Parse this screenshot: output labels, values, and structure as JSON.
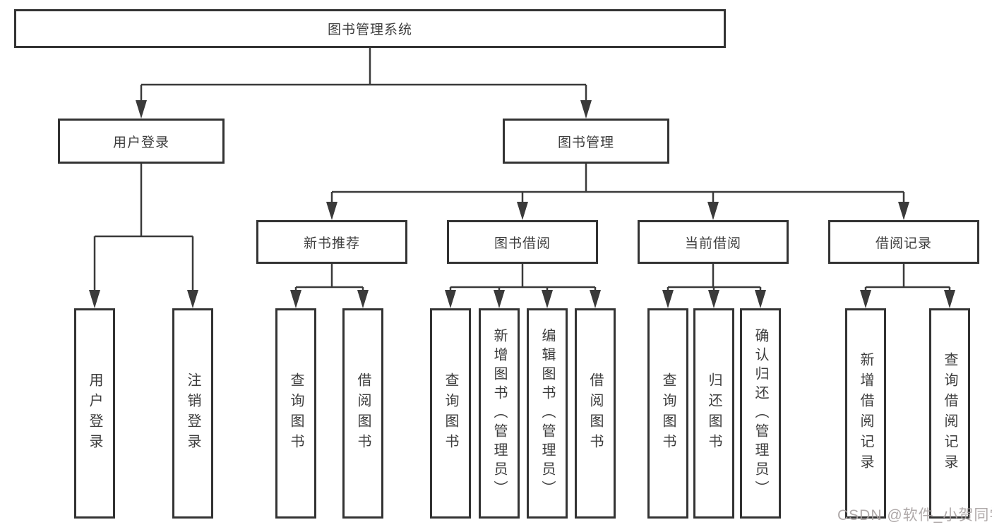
{
  "diagram": {
    "root": {
      "label": "图书管理系统"
    },
    "branches": [
      {
        "label": "用户登录",
        "children": [
          {
            "label": "用户登录"
          },
          {
            "label": "注销登录"
          }
        ]
      },
      {
        "label": "图书管理",
        "groups": [
          {
            "label": "新书推荐",
            "children": [
              {
                "label": "查询图书"
              },
              {
                "label": "借阅图书"
              }
            ]
          },
          {
            "label": "图书借阅",
            "children": [
              {
                "label": "查询图书"
              },
              {
                "label": "新增图书（管理员）"
              },
              {
                "label": "编辑图书（管理员）"
              },
              {
                "label": "借阅图书"
              }
            ]
          },
          {
            "label": "当前借阅",
            "children": [
              {
                "label": "查询图书"
              },
              {
                "label": "归还图书"
              },
              {
                "label": "确认归还（管理员）"
              }
            ]
          },
          {
            "label": "借阅记录",
            "children": [
              {
                "label": "新增借阅记录"
              },
              {
                "label": "查询借阅记录"
              }
            ]
          }
        ]
      }
    ]
  },
  "watermark": {
    "text": "CSDN @软件_小贺同学"
  },
  "colors": {
    "line": "#3a3a3a",
    "box_border": "#333333",
    "text": "#3d3d3d",
    "watermark": "#a8a2a2",
    "background": "#ffffff"
  }
}
